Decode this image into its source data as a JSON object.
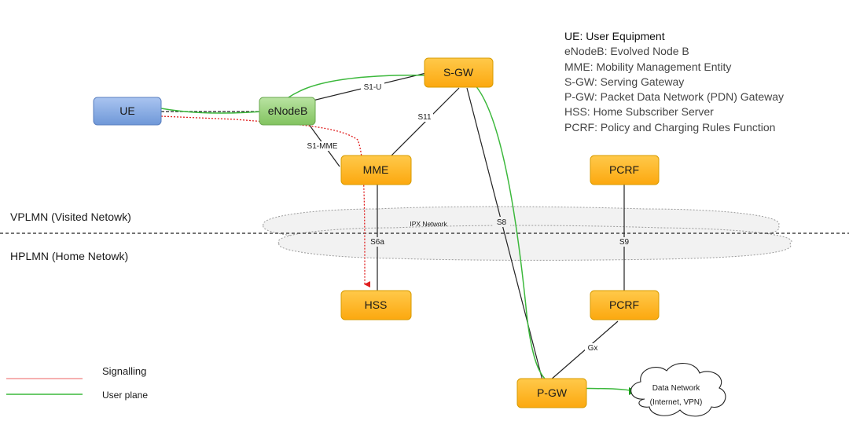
{
  "nodes": {
    "ue": "UE",
    "enodeb": "eNodeB",
    "sgw": "S-GW",
    "mme": "MME",
    "pcrf_visited": "PCRF",
    "hss": "HSS",
    "pcrf_home": "PCRF",
    "pgw": "P-GW"
  },
  "interfaces": {
    "s1u": "S1-U",
    "s11": "S11",
    "s1mme": "S1-MME",
    "s8": "S8",
    "s6a": "S6a",
    "s9": "S9",
    "gx": "Gx"
  },
  "ipx_network": "IPX Network",
  "zones": {
    "visited": "VPLMN (Visited Netowk)",
    "home": "HPLMN (Home Netowk)"
  },
  "data_network": {
    "line1": "Data Network",
    "line2": "(Internet, VPN)"
  },
  "legend": {
    "signalling": "Signalling",
    "user_plane": "User plane",
    "signalling_color": "#e83a3a",
    "user_plane_color": "#2fae2f"
  },
  "glossary": [
    "UE: User Equipment",
    "eNodeB: Evolved Node B",
    "MME: Mobility Management Entity",
    "S-GW: Serving Gateway",
    "P-GW: Packet Data Network (PDN) Gateway",
    "HSS: Home Subscriber Server",
    "PCRF: Policy and Charging Rules Function"
  ],
  "colors": {
    "ue_fill": "#7ea6e0",
    "enodeb_fill": "#97d077",
    "core_fill": "#ffb31f",
    "core_stroke": "#d79b00"
  }
}
